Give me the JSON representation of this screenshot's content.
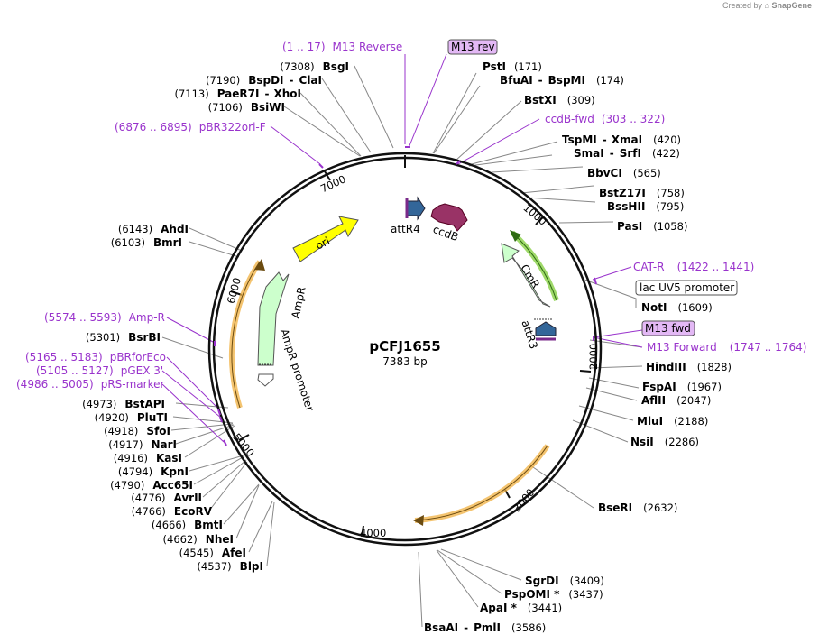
{
  "credit": {
    "prefix": "Created by",
    "brand": "SnapGene"
  },
  "plasmid": {
    "name": "pCFJ1655",
    "size": "7383 bp"
  },
  "colors": {
    "primer": "#9933cc",
    "box_fill": "#e3b8f5",
    "ori": "#ffff00",
    "resistance": "#ccffcc",
    "ccdB": "#993366",
    "att": "#336699",
    "orange_arrow": "#ffcc66"
  },
  "ticks": [
    "1000",
    "2000",
    "3000",
    "4000",
    "5000",
    "6000",
    "7000"
  ],
  "features": {
    "ori": "ori",
    "ampr": "AmpR",
    "ampr_promoter": "AmpR promoter",
    "cmr": "CmR",
    "ccdb": "ccdB",
    "attr4": "attR4",
    "attr3": "attR3",
    "lacuv5": "lac UV5 promoter"
  },
  "boxes": {
    "m13rev": "M13 rev",
    "m13fwd": "M13 fwd"
  },
  "primers": [
    {
      "pos": "(1 .. 17)",
      "name": "M13 Reverse"
    },
    {
      "pos": "(6876 .. 6895)",
      "name": "pBR322ori-F"
    },
    {
      "name": "ccdB-fwd",
      "pos": "(303 .. 322)"
    },
    {
      "name": "CAT-R",
      "pos": "(1422 .. 1441)"
    },
    {
      "name": "M13 Forward",
      "pos": "(1747 .. 1764)"
    },
    {
      "pos": "(5574 .. 5593)",
      "name": "Amp-R"
    },
    {
      "pos": "(5165 .. 5183)",
      "name": "pBRforEco"
    },
    {
      "pos": "(5105 .. 5127)",
      "name": "pGEX 3'"
    },
    {
      "pos": "(4986 .. 5005)",
      "name": "pRS-marker"
    }
  ],
  "enzymes": {
    "right": [
      {
        "name": "PstI",
        "pos": "(171)"
      },
      {
        "name": "BfuAI",
        "sep": "-",
        "name2": "BspMI",
        "pos": "(174)"
      },
      {
        "name": "BstXI",
        "pos": "(309)"
      },
      {
        "name": "TspMI",
        "sep": "-",
        "name2": "XmaI",
        "pos": "(420)"
      },
      {
        "name": "SmaI",
        "sep": "-",
        "name2": "SrfI",
        "pos": "(422)"
      },
      {
        "name": "BbvCI",
        "pos": "(565)"
      },
      {
        "name": "BstZ17I",
        "pos": "(758)"
      },
      {
        "name": "BssHII",
        "pos": "(795)"
      },
      {
        "name": "PasI",
        "pos": "(1058)"
      },
      {
        "name": "NotI",
        "pos": "(1609)"
      },
      {
        "name": "HindIII",
        "pos": "(1828)"
      },
      {
        "name": "FspAI",
        "pos": "(1967)"
      },
      {
        "name": "AflII",
        "pos": "(2047)"
      },
      {
        "name": "MluI",
        "pos": "(2188)"
      },
      {
        "name": "NsiI",
        "pos": "(2286)"
      },
      {
        "name": "BseRI",
        "pos": "(2632)"
      },
      {
        "name": "SgrDI",
        "pos": "(3409)"
      },
      {
        "name": "PspOMI *",
        "pos": "(3437)"
      },
      {
        "name": "ApaI *",
        "pos": "(3441)"
      },
      {
        "name": "BsaAI",
        "sep": "-",
        "name2": "PmlI",
        "pos": "(3586)"
      }
    ],
    "left": [
      {
        "pos": "(7308)",
        "name": "BsgI"
      },
      {
        "pos": "(7190)",
        "name": "BspDI",
        "sep": "-",
        "name2": "ClaI"
      },
      {
        "pos": "(7113)",
        "name": "PaeR7I",
        "sep": "-",
        "name2": "XhoI"
      },
      {
        "pos": "(7106)",
        "name": "BsiWI"
      },
      {
        "pos": "(6143)",
        "name": "AhdI"
      },
      {
        "pos": "(6103)",
        "name": "BmrI"
      },
      {
        "pos": "(5301)",
        "name": "BsrBI"
      },
      {
        "pos": "(4973)",
        "name": "BstAPI"
      },
      {
        "pos": "(4920)",
        "name": "PluTI"
      },
      {
        "pos": "(4918)",
        "name": "SfoI"
      },
      {
        "pos": "(4917)",
        "name": "NarI"
      },
      {
        "pos": "(4916)",
        "name": "KasI"
      },
      {
        "pos": "(4794)",
        "name": "KpnI"
      },
      {
        "pos": "(4790)",
        "name": "Acc65I"
      },
      {
        "pos": "(4776)",
        "name": "AvrII"
      },
      {
        "pos": "(4766)",
        "name": "EcoRV"
      },
      {
        "pos": "(4666)",
        "name": "BmtI"
      },
      {
        "pos": "(4662)",
        "name": "NheI"
      },
      {
        "pos": "(4545)",
        "name": "AfeI"
      },
      {
        "pos": "(4537)",
        "name": "BlpI"
      }
    ]
  }
}
